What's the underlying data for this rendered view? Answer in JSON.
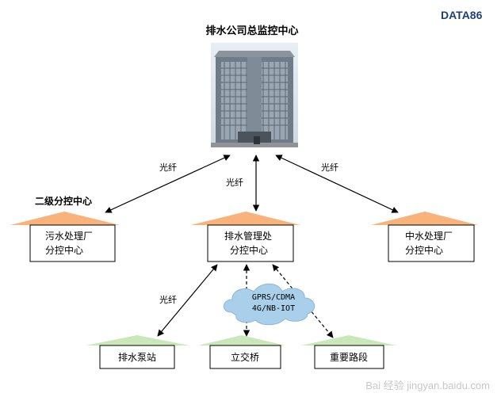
{
  "brand": {
    "logo_text": "DATA86",
    "color": "#1f3f7a"
  },
  "diagram": {
    "title": "排水公司总监控中心",
    "level_label": "二级分控中心",
    "fiber_label": "光纤",
    "wireless_label": [
      "GPRS/CDMA",
      "4G/NB-IOT"
    ],
    "centers": [
      {
        "line1": "污水处理厂",
        "line2": "分控中心"
      },
      {
        "line1": "排水管理处",
        "line2": "分控中心"
      },
      {
        "line1": "中水处理厂",
        "line2": "分控中心"
      }
    ],
    "stations": [
      "排水泵站",
      "立交桥",
      "重要路段"
    ]
  },
  "colors": {
    "roof_orange": "#f8b27a",
    "roof_green": "#c9e7b8",
    "cloud": "#a9cfeb",
    "line": "#000000"
  },
  "watermark": {
    "text": "Bai 经验 jingyan.baidu.com"
  }
}
